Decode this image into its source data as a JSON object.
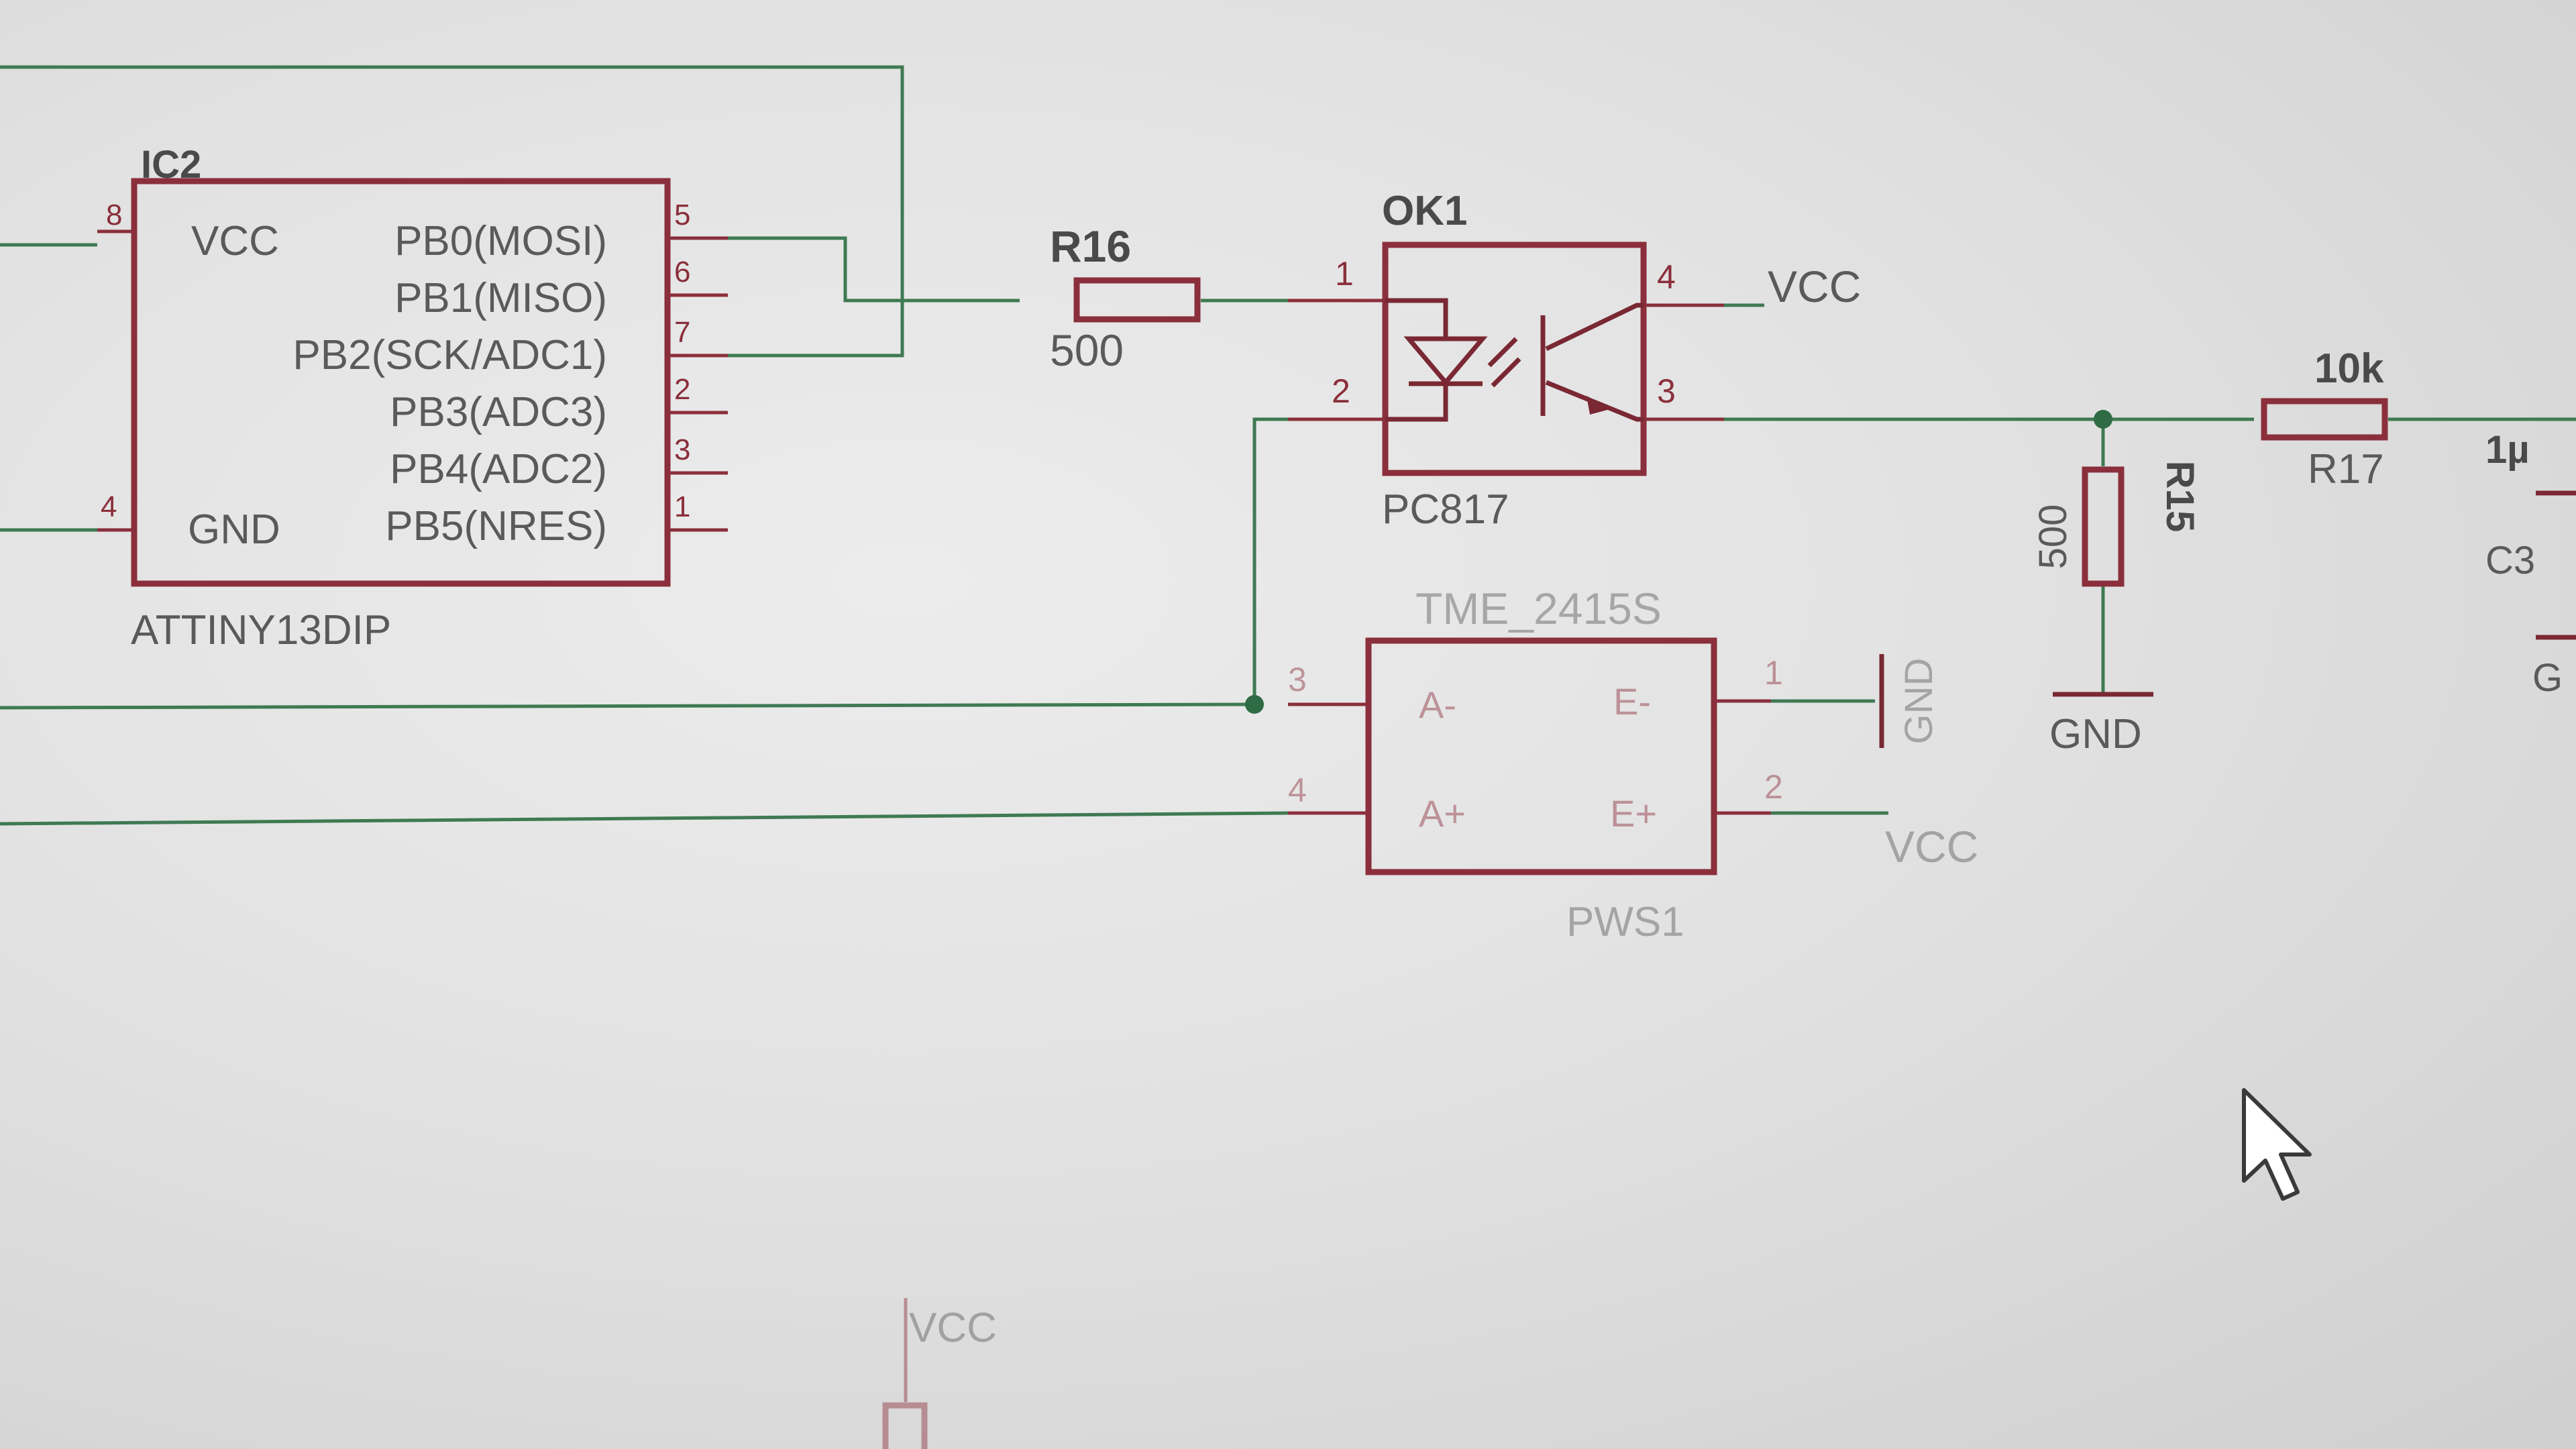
{
  "ic2": {
    "ref": "IC2",
    "value": "ATTINY13DIP",
    "vcc_label": "VCC",
    "gnd_label": "GND",
    "vcc_pin": "8",
    "gnd_pin": "4",
    "pins": [
      {
        "label": "PB0(MOSI)",
        "num": "5"
      },
      {
        "label": "PB1(MISO)",
        "num": "6"
      },
      {
        "label": "PB2(SCK/ADC1)",
        "num": "7"
      },
      {
        "label": "PB3(ADC3)",
        "num": "2"
      },
      {
        "label": "PB4(ADC2)",
        "num": "3"
      },
      {
        "label": "PB5(NRES)",
        "num": "1"
      }
    ]
  },
  "r16": {
    "ref": "R16",
    "value": "500"
  },
  "ok1": {
    "ref": "OK1",
    "value": "PC817",
    "pin1": "1",
    "pin2": "2",
    "pin3": "3",
    "pin4": "4",
    "vcc_label": "VCC"
  },
  "r15": {
    "ref": "R15",
    "value": "500",
    "gnd_label": "GND"
  },
  "r17": {
    "ref": "R17",
    "value": "10k"
  },
  "c3": {
    "ref": "C3",
    "value": "1µ",
    "partial_label": "G"
  },
  "pws1": {
    "part": "TME_2415S",
    "ref": "PWS1",
    "pin_a_minus": "A-",
    "pin_a_plus": "A+",
    "pin_e_minus": "E-",
    "pin_e_plus": "E+",
    "num_a_minus": "3",
    "num_a_plus": "4",
    "num_e_minus": "1",
    "num_e_plus": "2",
    "gnd_label": "GND",
    "vcc_label": "VCC"
  },
  "bottom": {
    "vcc_label": "VCC"
  },
  "colors": {
    "wire": "#3f7a52",
    "part": "#8a2f3b",
    "background": "#e6e6e6"
  }
}
